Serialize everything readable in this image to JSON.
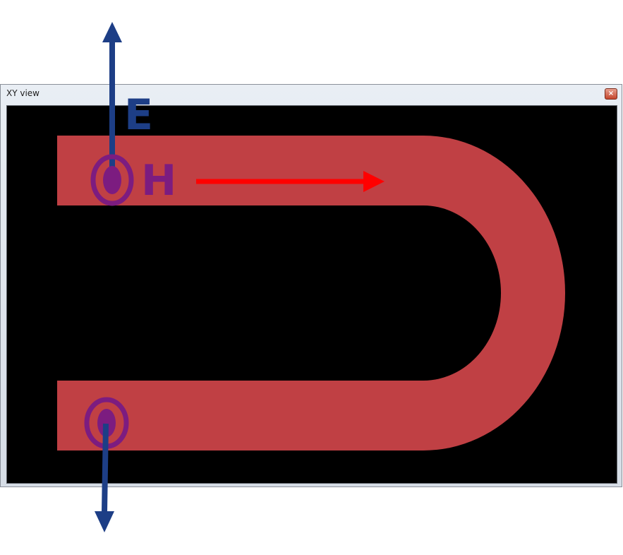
{
  "window": {
    "title": "XY view",
    "close_symbol": "×"
  },
  "labels": {
    "e_field": "E",
    "h_field": "H"
  },
  "colors": {
    "waveguide": "#c04044",
    "e_arrow": "#1d3e86",
    "h_ring": "#7c1c80",
    "propagation_arrow": "#ff0000",
    "viewport_background": "#000000"
  }
}
